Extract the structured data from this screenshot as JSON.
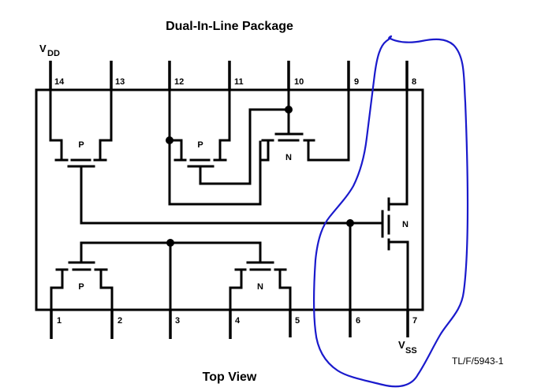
{
  "title": "Dual-In-Line Package",
  "caption": "Top View",
  "reference_code": "TL/F/5943-1",
  "rails": {
    "vdd": {
      "main": "V",
      "sub": "DD",
      "pin": "14"
    },
    "vss": {
      "main": "V",
      "sub": "SS",
      "pin": "7"
    }
  },
  "pins": {
    "top": [
      "14",
      "13",
      "12",
      "11",
      "10",
      "9",
      "8"
    ],
    "bottom": [
      "1",
      "2",
      "3",
      "4",
      "5",
      "6",
      "7"
    ]
  },
  "transistors": [
    {
      "id": "q1",
      "type": "P",
      "pins": [
        "14",
        "13"
      ],
      "gate": "6"
    },
    {
      "id": "q2",
      "type": "P",
      "pins": [
        "12",
        "11"
      ],
      "gate": "10"
    },
    {
      "id": "q3",
      "type": "N",
      "pins": [
        "12",
        "9"
      ],
      "gate": "10"
    },
    {
      "id": "q4",
      "type": "N",
      "pins": [
        "8",
        "7"
      ],
      "gate": "6"
    },
    {
      "id": "q5",
      "type": "P",
      "pins": [
        "1",
        "2"
      ],
      "gate": "3"
    },
    {
      "id": "q6",
      "type": "N",
      "pins": [
        "4",
        "5"
      ],
      "gate": "3"
    }
  ],
  "annotation": {
    "color": "#1a1acc",
    "description": "hand-drawn loop enclosing pins 8, 7, 6 and N transistor"
  }
}
